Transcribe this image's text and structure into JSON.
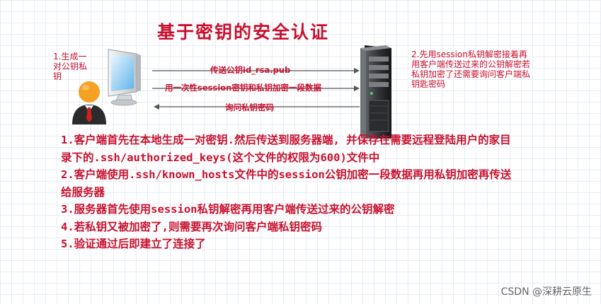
{
  "title": "基于密钥的安全认证",
  "client_note": "1.生成一对公钥私钥",
  "server_note": "2.先用session私钥解密接着再用客户端传送过来的公钥解密若私钥加密了还需要询问客户端私钥匙密码",
  "arrows": [
    {
      "label": "传送公钥id_rsa.pub",
      "direction": "right"
    },
    {
      "label": "用一次性session密钥和私钥加密一段数据",
      "direction": "right"
    },
    {
      "label": "询问私钥密码",
      "direction": "left"
    }
  ],
  "steps": [
    "1.客户端首先在本地生成一对密钥.然后传送到服务器端, 并保存在需要远程登陆用户的家目录下的.ssh/authorized_keys(这个文件的权限为600)文件中",
    "2.客户端使用.ssh/known_hosts文件中的session公钥加密一段数据再用私钥加密再传送给服务器",
    "3.服务器首先使用session私钥解密再用客户端传送过来的公钥解密",
    "4.若私钥又被加密了,则需要再次询问客户端私钥密码",
    "5.验证通过后即建立了连接了"
  ],
  "watermark": "CSDN @深耕云原生",
  "colors": {
    "text": "#c8102e",
    "arrow": "#555555",
    "grid": "#e7ecf4"
  },
  "icons": [
    "user-icon",
    "monitor-icon",
    "server-icon"
  ]
}
